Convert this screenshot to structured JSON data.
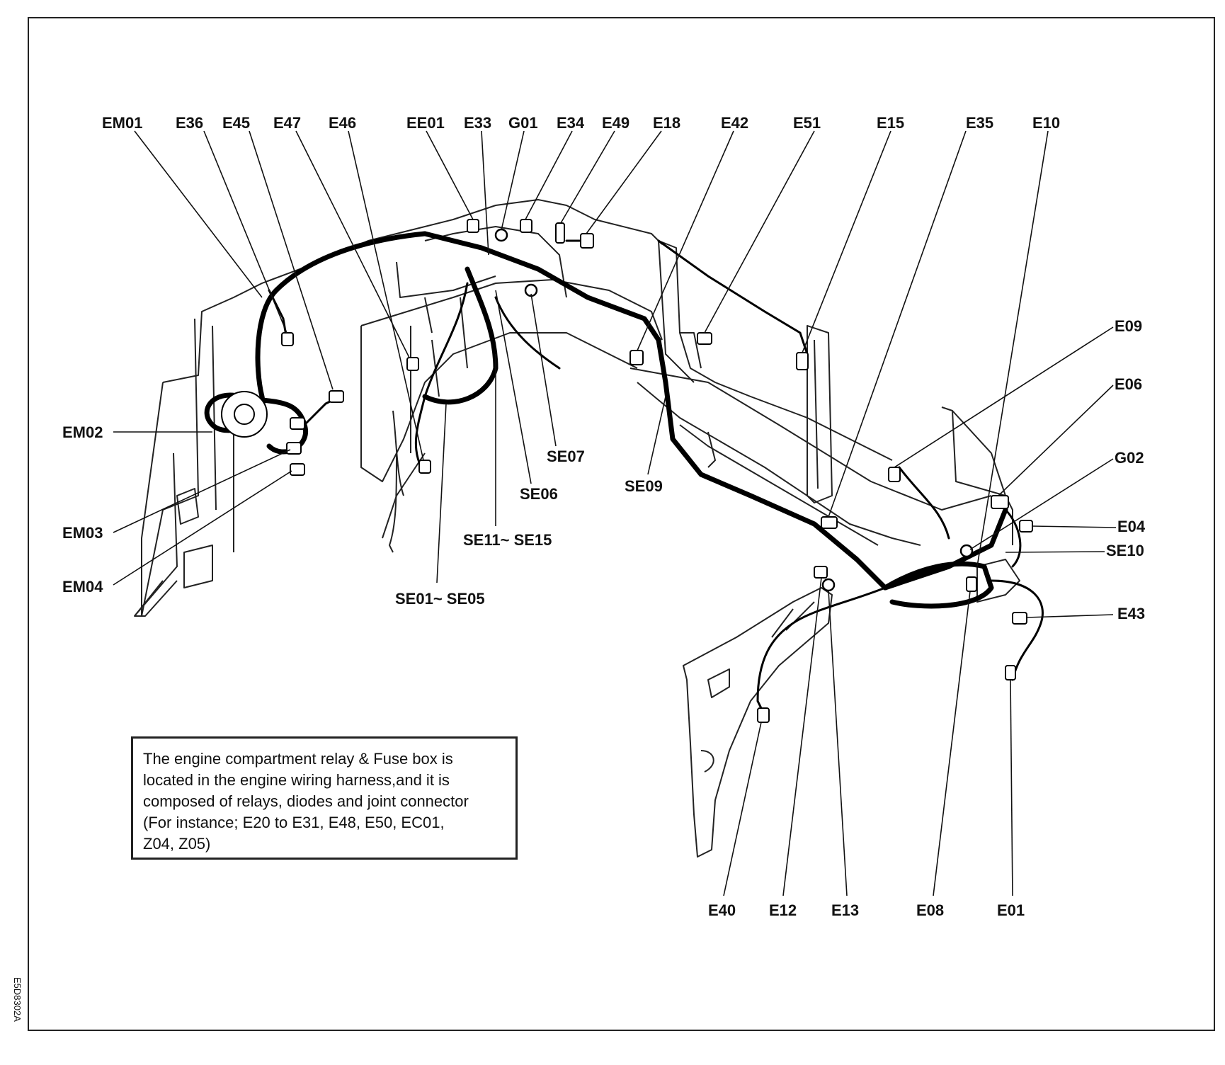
{
  "labels": {
    "EM01": "EM01",
    "E36": "E36",
    "E45": "E45",
    "E47": "E47",
    "E46": "E46",
    "EE01": "EE01",
    "E33": "E33",
    "G01": "G01",
    "E34": "E34",
    "E49": "E49",
    "E18": "E18",
    "E42": "E42",
    "E51": "E51",
    "E15": "E15",
    "E35": "E35",
    "E10": "E10",
    "E09": "E09",
    "E06": "E06",
    "G02": "G02",
    "E04": "E04",
    "SE10": "SE10",
    "E43": "E43",
    "EM02": "EM02",
    "EM03": "EM03",
    "EM04": "EM04",
    "SE07": "SE07",
    "SE06": "SE06",
    "SE09": "SE09",
    "SE11_SE15": "SE11~ SE15",
    "SE01_SE05": "SE01~ SE05",
    "E40": "E40",
    "E12": "E12",
    "E13": "E13",
    "E08": "E08",
    "E01": "E01"
  },
  "note": {
    "lines": [
      "The engine compartment relay & Fuse box is",
      "located in the engine wiring harness,and it is",
      "composed of relays, diodes and joint connector",
      "(For instance; E20 to E31, E48, E50, EC01,",
      "Z04, Z05)"
    ]
  },
  "doc_id": "E5D8302A",
  "colors": {
    "line": "#000000",
    "background": "#ffffff"
  }
}
